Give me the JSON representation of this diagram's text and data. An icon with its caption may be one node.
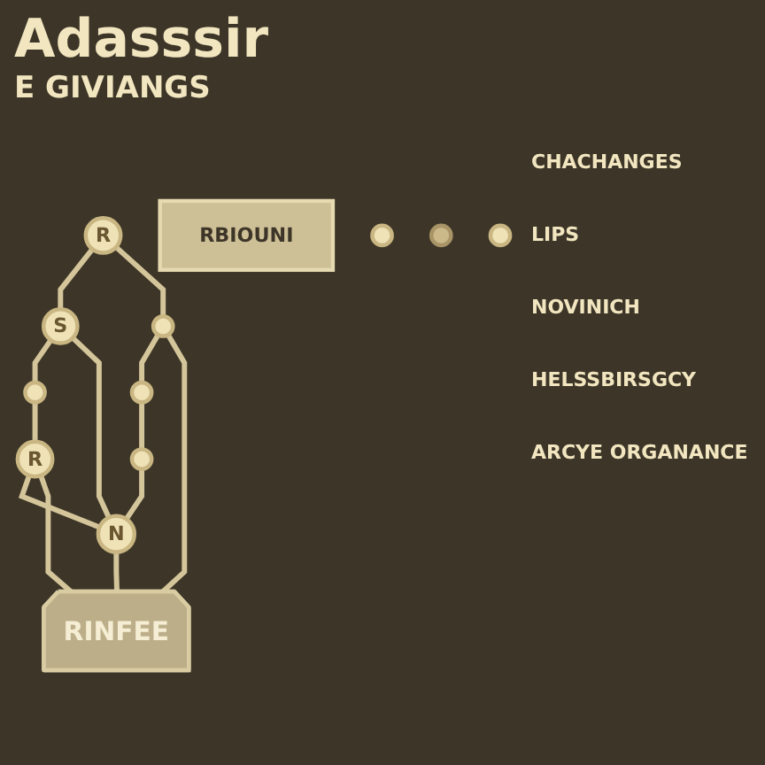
{
  "diagram": {
    "title": "Adasssir",
    "nodes": [
      {
        "text": [
          "R"
        ]
      },
      {
        "text": [
          "S"
        ]
      },
      {
        "text": [],
        "shape": "circle"
      },
      {
        "text": [
          "RBIOUNI"
        ]
      },
      {
        "text": [],
        "shape": "circle"
      },
      {
        "text": [],
        "shape": "circle"
      },
      {
        "text": [],
        "shape": "circle"
      },
      {
        "text": [
          "N"
        ]
      },
      {
        "text": [
          "R"
        ]
      },
      {
        "text": [
          "RINFEE"
        ]
      },
      {
        "text": [],
        "shape": "circle"
      },
      {
        "text": [],
        "shape": "drop"
      },
      {
        "text": [],
        "shape": "circle"
      }
    ],
    "edges": [
      {
        "from": 0,
        "to": 1,
        "arrow": "none"
      },
      {
        "from": 1,
        "to": 2,
        "arrow": "none"
      },
      {
        "from": 0,
        "to": 4,
        "arrow": "none"
      },
      {
        "from": 1,
        "to": 7,
        "arrow": "none"
      },
      {
        "from": 2,
        "to": 8,
        "arrow": "none"
      },
      {
        "from": 4,
        "to": 5,
        "arrow": "none"
      },
      {
        "from": 5,
        "to": 6,
        "arrow": "none"
      },
      {
        "from": 6,
        "to": 7,
        "arrow": "none"
      },
      {
        "from": 8,
        "to": 7,
        "arrow": "none"
      },
      {
        "from": 8,
        "to": 9,
        "arrow": "none"
      },
      {
        "from": 7,
        "to": 9,
        "arrow": "none"
      },
      {
        "from": 4,
        "to": 9,
        "arrow": "none"
      }
    ],
    "labels": [
      "E GIVIANGS",
      "CHACHANGES",
      "LIPS",
      "NOVINICH",
      "HELSSBIRSGCY",
      "ARCYE ORGANANCE"
    ]
  }
}
